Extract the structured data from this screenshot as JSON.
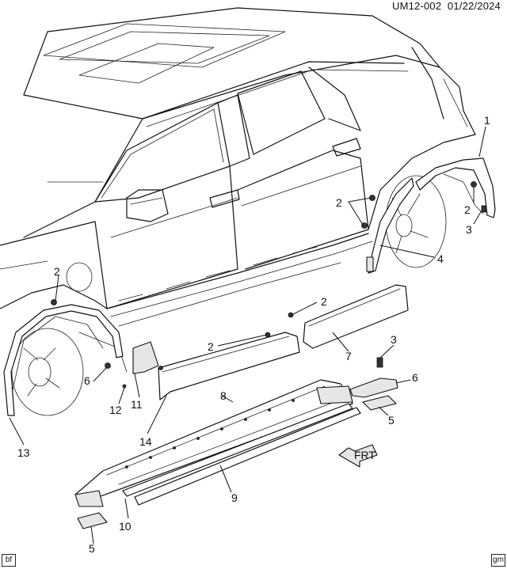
{
  "header": {
    "code": "UM12-002",
    "date": "01/22/2024"
  },
  "corners": {
    "left": "bf",
    "right": "gm"
  },
  "fwd_arrow_text": "FRT",
  "callouts": [
    "1",
    "2",
    "2",
    "3",
    "2",
    "4",
    "2",
    "2",
    "3",
    "6",
    "5",
    "7",
    "8",
    "9",
    "10",
    "5",
    "14",
    "12",
    "11",
    "6",
    "13"
  ]
}
